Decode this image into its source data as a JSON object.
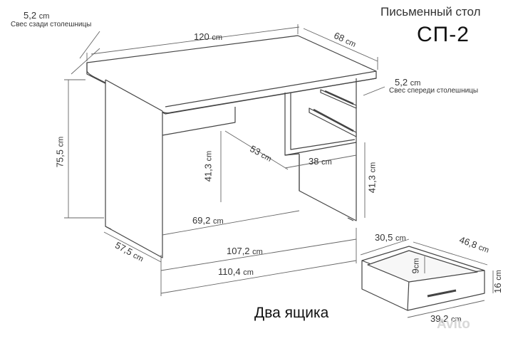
{
  "title": "Письменный стол",
  "model": "СП-2",
  "drawers_caption": "Два ящика",
  "watermark": "Avito",
  "dimensions": {
    "rear_overhang": {
      "value": "5,2",
      "unit": "cm",
      "note": "Свес сзади столешницы"
    },
    "front_overhang": {
      "value": "5,2",
      "unit": "cm",
      "note": "Свес спереди столешницы"
    },
    "top_width": {
      "value": "120",
      "unit": "cm"
    },
    "top_depth": {
      "value": "68",
      "unit": "cm"
    },
    "total_height": {
      "value": "75,5",
      "unit": "cm"
    },
    "side_depth": {
      "value": "57,5",
      "unit": "cm"
    },
    "knee_depth": {
      "value": "53",
      "unit": "cm"
    },
    "shelf_width": {
      "value": "38",
      "unit": "cm"
    },
    "knee_height": {
      "value": "41,3",
      "unit": "cm"
    },
    "shelf_height": {
      "value": "41,3",
      "unit": "cm"
    },
    "knee_width": {
      "value": "69,2",
      "unit": "cm"
    },
    "inner_width": {
      "value": "107,2",
      "unit": "cm"
    },
    "outer_width": {
      "value": "110,4",
      "unit": "cm"
    }
  },
  "drawer": {
    "width": {
      "value": "30,5",
      "unit": "cm"
    },
    "depth": {
      "value": "46,8",
      "unit": "cm"
    },
    "inner_height": {
      "value": "9",
      "unit": "cm"
    },
    "height": {
      "value": "16",
      "unit": "cm"
    },
    "front_width": {
      "value": "39,2",
      "unit": "cm"
    }
  },
  "colors": {
    "line": "#444444",
    "dim_line": "#666666",
    "text": "#333333",
    "watermark": "#d8d8d8"
  }
}
